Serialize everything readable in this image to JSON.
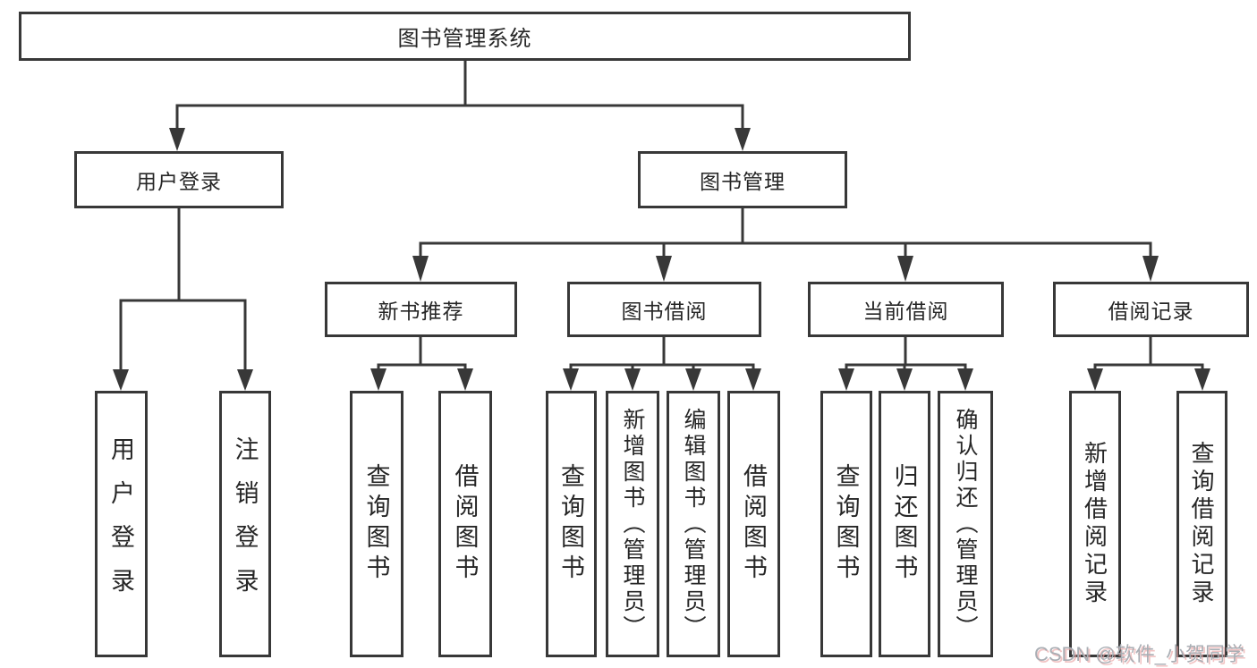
{
  "diagram": {
    "title": "图书管理系统",
    "nodes": {
      "root": "图书管理系统",
      "level2": {
        "user_login": "用户登录",
        "book_mgmt": "图书管理"
      },
      "level3": {
        "new_book_rec": "新书推荐",
        "book_borrow": "图书借阅",
        "current_borrow": "当前借阅",
        "borrow_record": "借阅记录"
      },
      "leaves": [
        "用户登录",
        "注销登录",
        "查询图书",
        "借阅图书",
        "查询图书",
        "新增图书（管理员）",
        "编辑图书（管理员）",
        "借阅图书",
        "查询图书",
        "归还图书",
        "确认归还（管理员）",
        "新增借阅记录",
        "查询借阅记录"
      ]
    },
    "colors": {
      "line": "#383838",
      "text": "#262626",
      "background": "#ffffff",
      "watermark_text": "#a9aeb4",
      "watermark_shadow": "#e9a4a4"
    }
  },
  "watermark": "CSDN @软件_小贺同学"
}
